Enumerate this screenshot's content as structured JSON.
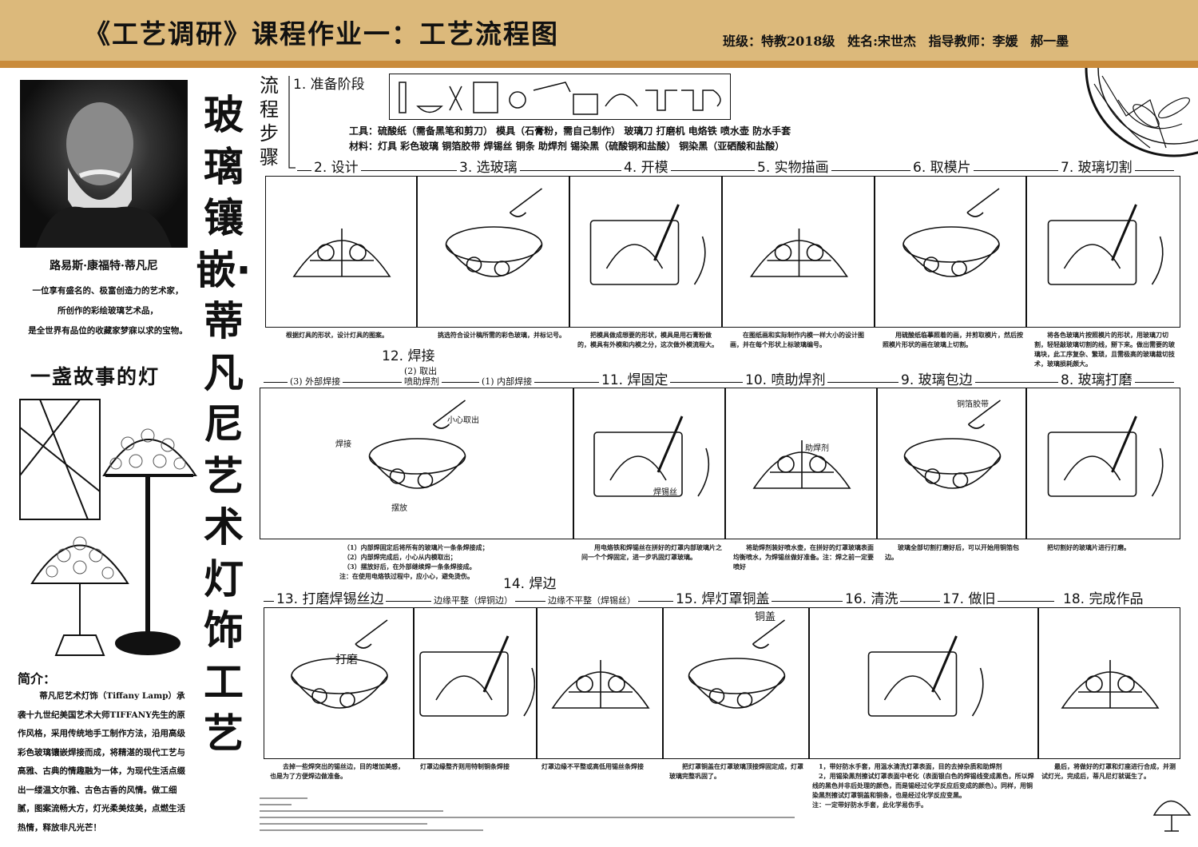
{
  "header": {
    "title": "《工艺调研》课程作业一：工艺流程图",
    "info": "班级：特教2018级  姓名:宋世杰  指导教师：李媛 郝一墨",
    "colors": {
      "bar": "#dcb97b",
      "stripe": "#c98b3b"
    }
  },
  "left": {
    "portrait_name": "路易斯·康福特·蒂凡尼",
    "portrait_desc": [
      "一位享有盛名的、极富创造力的艺术家，",
      "所创作的彩绘玻璃艺术品，",
      "是全世界有品位的收藏家梦寐以求的宝物。"
    ],
    "story_title": "一盏故事的灯",
    "intro_heading": "简介：",
    "intro_text": "蒂凡尼艺术灯饰（Tiffany Lamp）承袭十九世纪美国艺术大师TIFFANY先生的原作风格，采用传统地手工制作方法，沿用高级彩色玻璃镶嵌焊接而成，将精湛的现代工艺与高雅、古典的情趣融为一体，为现代生活点缀出一缕温文尔雅、古色古香的风情。做工细腻，图案流畅大方，灯光柔美炫美，点燃生活热情，释放非凡光芒！"
  },
  "vertical_title": "玻璃镶嵌·蒂凡尼艺术灯饰工艺",
  "flow_label": "流程步骤",
  "step1": {
    "label": "1. 准备阶段",
    "tools": "工具：硫酸纸（需备黑笔和剪刀） 模具（石膏粉，需自己制作） 玻璃刀 打磨机 电烙铁 喷水壶 防水手套",
    "materials": "材料：灯具 彩色玻璃 铜箔胶带 焊锡丝 铜条 助焊剂 锡染黑（硫酸铜和盐酸） 铜染黑（亚硒酸和盐酸）"
  },
  "row1": [
    {
      "label": "2. 设计",
      "caption": "根据灯具的形状，设计灯具的图案。"
    },
    {
      "label": "3. 选玻璃",
      "caption": "挑选符合设计稿所需的彩色玻璃，并标记号。"
    },
    {
      "label": "4. 开模",
      "caption": "把模具做成想要的形状，模具是用石膏粉做的，模具有外模和内模之分，这次做外模流程大。"
    },
    {
      "label": "5. 实物描画",
      "caption": "在图纸画和实际制作内模一样大小的设计图画，并在每个形状上标玻璃编号。"
    },
    {
      "label": "6. 取模片",
      "caption": "用硫酸纸临摹照着的画，并剪取模片，然后按照模片形状的画在玻璃上切割。"
    },
    {
      "label": "7. 玻璃切割",
      "caption": "将各色玻璃片按照模片的形状，用玻璃刀切割，轻轻敲玻璃切割的线，掰下来。做出需要的玻璃块，此工序复杂、繁琐，且需极高的玻璃裁切技术，玻璃损耗颇大。"
    }
  ],
  "row2": {
    "weld": {
      "label": "12. 焊接",
      "sub": [
        "(3) 外部焊接",
        "(2) 取出\n喷助焊剂",
        "(1) 内部焊接"
      ],
      "caption": [
        "（1）内部焊固定后将所有的玻璃片一条条焊接成；",
        "（2）内部焊完成后，小心从内模取出；",
        "（3）摆放好后，在外部继续焊一条条焊接成。",
        "注：在使用电烙铁过程中，应小心，避免烫伤。"
      ],
      "notes": [
        "焊接",
        "小心取出",
        "摆放"
      ]
    },
    "steps": [
      {
        "label": "11. 焊固定",
        "caption": "用电烙铁和焊锡丝在拼好的灯罩内部玻璃片之间一个个焊固定，进一步巩固灯罩玻璃。",
        "note": "焊锡丝"
      },
      {
        "label": "10. 喷助焊剂",
        "caption": "将助焊剂装好喷水壶，在拼好的灯罩玻璃表面均衡喷水，为焊锡丝做好准备。注：焊之前一定要喷好",
        "note": "助焊剂"
      },
      {
        "label": "9. 玻璃包边",
        "caption": "玻璃全部切割打磨好后，可以开始用铜箔包边。",
        "note": "铜箔胶带"
      },
      {
        "label": "8. 玻璃打磨",
        "caption": "把切割好的玻璃片进行打磨。",
        "note": ""
      }
    ]
  },
  "row3": {
    "s13": {
      "label": "13. 打磨焊锡丝边",
      "caption": "去掉一些焊突出的锡丝边，目的增加美感，也是为了方便焊边做准备。",
      "note": "打磨"
    },
    "s14": {
      "label": "14. 焊边",
      "a_label": "边缘平整（焊铜边）",
      "a_caption": "灯罩边缘整齐则用特制铜条焊接",
      "b_label": "边缘不平整（焊锡丝）",
      "b_caption": "灯罩边缘不平整或高低用锡丝条焊接"
    },
    "s15": {
      "label": "15. 焊灯罩铜盖",
      "caption": "把灯罩铜盖在灯罩玻璃顶接焊固定成，灯罩玻璃完整巩固了。",
      "note": "铜盖"
    },
    "s16": {
      "label": "16. 清洗"
    },
    "s17": {
      "label": "17. 做旧"
    },
    "s1617_caption": [
      "1，带好防水手套，用温水清洗灯罩表面，目的去掉杂质和助焊剂",
      "2，用锡染黑剂擦试灯罩表面中老化（表面银白色的焊锡线变成黑色，所以焊线的黑色并非后处理的颜色，而是锡经过化学反应后变成的颜色）。同样，用铜染黑剂擦试灯罩铜盖和铜条，也是经过化学反应变黑。",
      "注：一定带好防水手套，此化学易伤手。"
    ],
    "s18": {
      "label": "18. 完成作品",
      "caption": "最后，将做好的灯罩和灯座进行合成，并测试灯光，完成后，蒂凡尼灯就诞生了。"
    }
  }
}
